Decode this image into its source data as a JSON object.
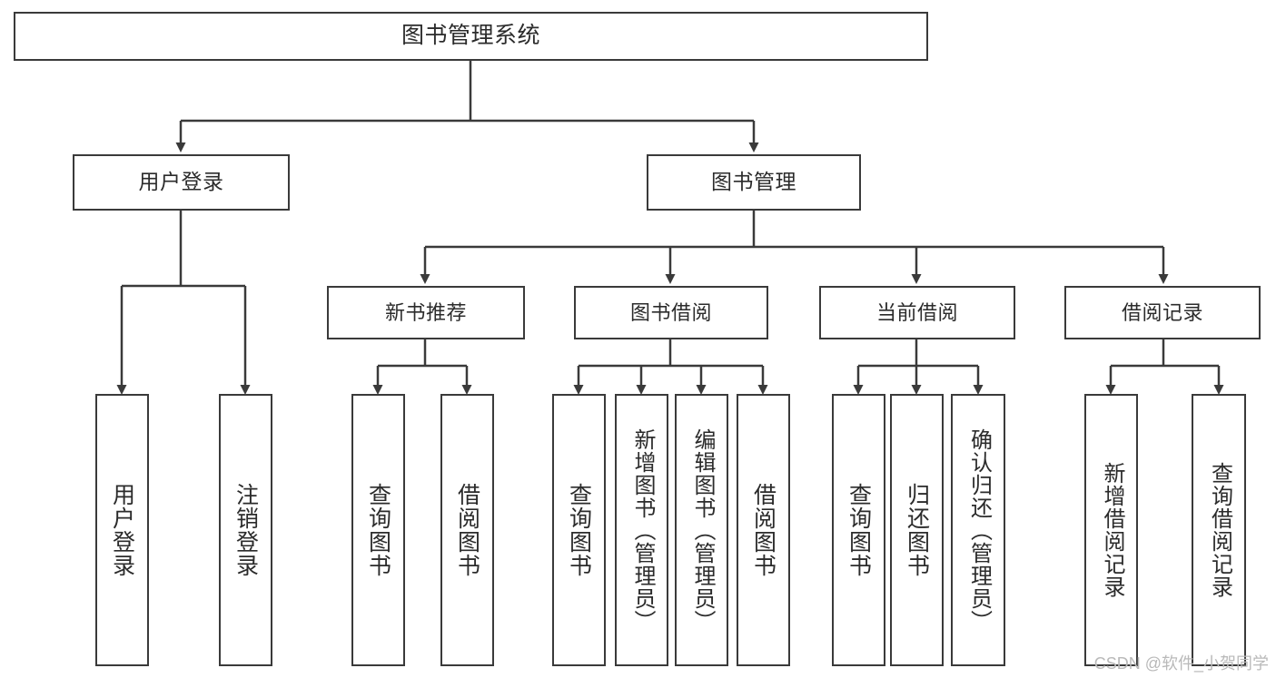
{
  "diagram": {
    "title": "图书管理系统",
    "type": "tree",
    "watermark": "CSDN @软件_小贺同学",
    "colors": {
      "stroke": "#3a3a3a",
      "fill": "#ffffff",
      "text": "#2b2b2b",
      "watermark": "#b9b9b9"
    },
    "root": {
      "label": "图书管理系统"
    },
    "level2": [
      {
        "label": "用户登录"
      },
      {
        "label": "图书管理"
      }
    ],
    "level3": [
      {
        "label": "新书推荐"
      },
      {
        "label": "图书借阅"
      },
      {
        "label": "当前借阅"
      },
      {
        "label": "借阅记录"
      }
    ],
    "leaves": {
      "user_login": [
        {
          "label": "用户登录"
        },
        {
          "label": "注销登录"
        }
      ],
      "new_book": [
        {
          "label": "查询图书"
        },
        {
          "label": "借阅图书"
        }
      ],
      "book_borrow": [
        {
          "label": "查询图书"
        },
        {
          "label": "新增图书（管理员）"
        },
        {
          "label": "编辑图书（管理员）"
        },
        {
          "label": "借阅图书"
        }
      ],
      "current_borrow": [
        {
          "label": "查询图书"
        },
        {
          "label": "归还图书"
        },
        {
          "label": "确认归还（管理员）"
        }
      ],
      "borrow_record": [
        {
          "label": "新增借阅记录"
        },
        {
          "label": "查询借阅记录"
        }
      ]
    }
  }
}
